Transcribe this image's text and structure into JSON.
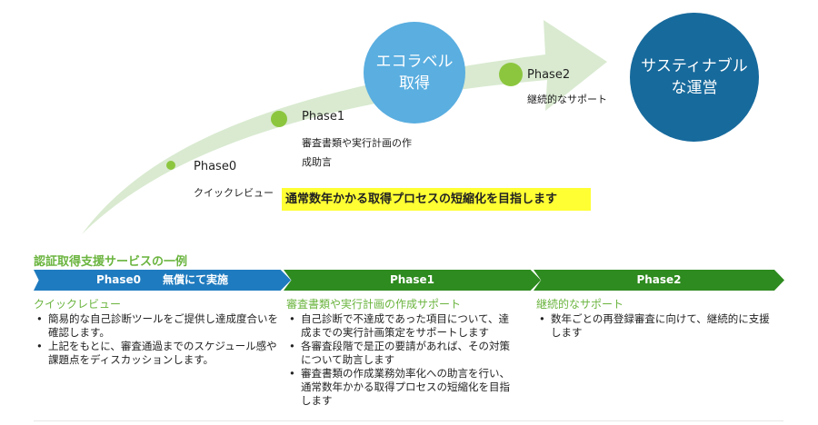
{
  "diagram": {
    "circle_ecolabel": "エコラベル\n取得",
    "circle_ecolabel_lines": [
      "エコラベル",
      "取得"
    ],
    "circle_sustainable_lines": [
      "サスティナブル",
      "な運営"
    ],
    "phase0": {
      "label": "Phase0",
      "desc": "クイックレビュー"
    },
    "phase1": {
      "label": "Phase1",
      "desc_lines": [
        "審査書類や実行計画の作",
        "成助言"
      ]
    },
    "phase2": {
      "label": "Phase2",
      "desc": "継続的なサポート"
    },
    "highlight": "通常数年かかる取得プロセスの短縮化を目指します",
    "colors": {
      "arrow": "#d9ead0",
      "dot": "#8cc63f",
      "ecolabel": "#5aaee0",
      "sustainable": "#176a9c",
      "highlight": "#ffff33"
    }
  },
  "services": {
    "title": "認証取得支援サービスの一例",
    "bar": [
      {
        "label": "Phase0　　無償にて実施",
        "color": "#1f7bbf"
      },
      {
        "label": "Phase1",
        "color": "#2e8b1f"
      },
      {
        "label": "Phase2",
        "color": "#2e8b1f"
      }
    ],
    "columns": [
      {
        "heading": "クイックレビュー",
        "items": [
          "簡易的な自己診断ツールをご提供し達成度合いを確認します。",
          "上記をもとに、審査通過までのスケジュール感や課題点をディスカッションします。"
        ]
      },
      {
        "heading": "審査書類や実行計画の作成サポート",
        "items": [
          "自己診断で不達成であった項目について、達成までの実行計画策定をサポートします",
          "各審査段階で是正の要請があれば、その対策について助言します",
          "審査書類の作成業務効率化への助言を行い、通常数年かかる取得プロセスの短縮化を目指します"
        ]
      },
      {
        "heading": "継続的なサポート",
        "items": [
          "数年ごとの再登録審査に向けて、継続的に支援します"
        ]
      }
    ]
  }
}
